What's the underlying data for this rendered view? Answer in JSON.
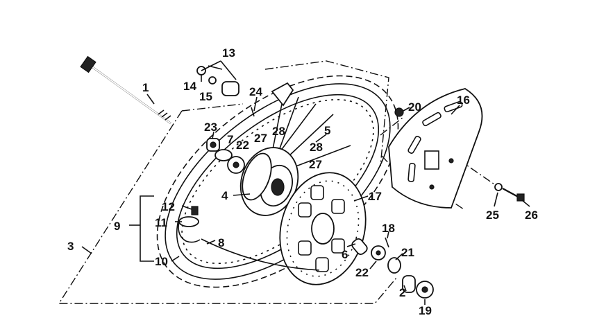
{
  "diagram": {
    "title": "Front wheel exploded parts diagram",
    "labels": {
      "l1": "1",
      "l2": "2",
      "l3": "3",
      "l4": "4",
      "l5": "5",
      "l6": "6",
      "l7": "7",
      "l8": "8",
      "l9": "9",
      "l10": "10",
      "l11": "11",
      "l12": "12",
      "l13": "13",
      "l14": "14",
      "l15": "15",
      "l16": "16",
      "l17": "17",
      "l18": "18",
      "l19": "19",
      "l20": "20",
      "l21": "21",
      "l22a": "22",
      "l22b": "22",
      "l23": "23",
      "l24": "24",
      "l25": "25",
      "l26": "26",
      "l27a": "27",
      "l27b": "27",
      "l28a": "28",
      "l28b": "28"
    }
  }
}
